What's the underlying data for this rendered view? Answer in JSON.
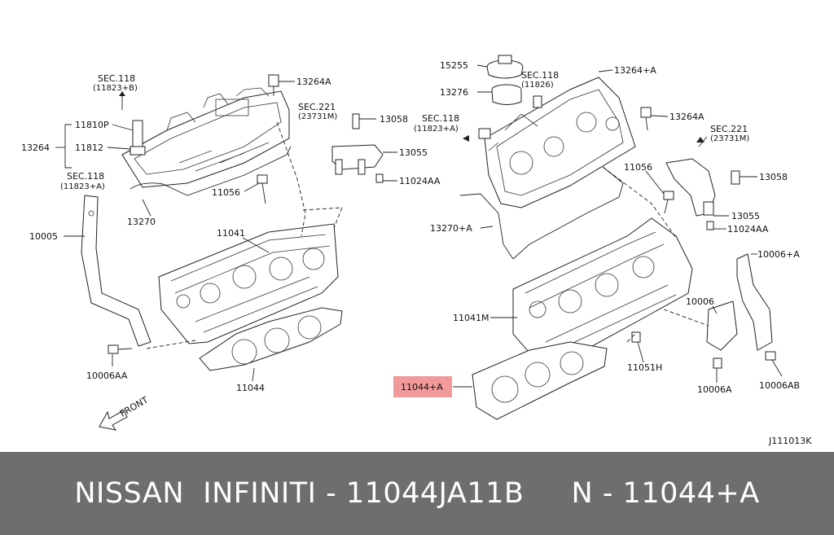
{
  "labels": {
    "sec118_b_top": "SEC.118",
    "sec118_b_sub": "(11823+B)",
    "p13264A_left": "13264A",
    "sec221_left_top": "SEC.221",
    "sec221_left_sub": "(23731M)",
    "p13058_left": "13058",
    "p11810P": "11810P",
    "p13264": "13264",
    "p11812": "11812",
    "sec118_a_left_top": "SEC.118",
    "sec118_a_left_sub": "(11823+A)",
    "p13055_left": "13055",
    "p11024AA_left": "11024AA",
    "p11056_left": "11056",
    "p13270": "13270",
    "p10005": "10005",
    "p11041": "11041",
    "p10006AA": "10006AA",
    "p11044": "11044",
    "front": "FRONT",
    "p15255": "15255",
    "sec118_r_top": "SEC.118",
    "sec118_r_sub": "(11826)",
    "p13264pA": "13264+A",
    "p13276": "13276",
    "sec118_a_mid_top": "SEC.118",
    "sec118_a_mid_sub": "(11823+A)",
    "p13264A_right": "13264A",
    "sec221_right_top": "SEC.221",
    "sec221_right_sub": "(23731M)",
    "p11056_right": "11056",
    "p13058_right": "13058",
    "p13270pA": "13270+A",
    "p13055_right": "13055",
    "p11024AA_right": "11024AA",
    "p10006pA": "10006+A",
    "p11041M": "11041M",
    "p10006": "10006",
    "p11044pA": "11044+A",
    "p11051H": "11051H",
    "p10006A": "10006A",
    "p10006AB": "10006AB",
    "diagram_code": "J111013K"
  },
  "highlight_color": "#f29a9a",
  "caption": "NISSAN  INFINITI - 11044JA11B     N - 11044+A"
}
